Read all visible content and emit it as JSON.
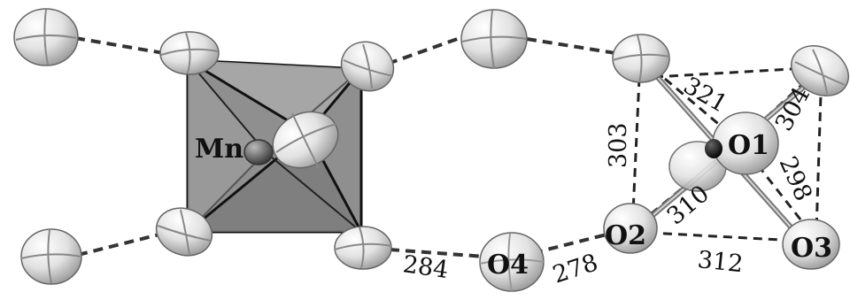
{
  "atom_labels": {
    "mn": "Mn",
    "o1": "O1",
    "o2": "O2",
    "o3": "O3",
    "o4": "O4"
  },
  "distance_labels": {
    "o1_top": "321",
    "o1_right": "304",
    "left_edge": "303",
    "o1_o3": "298",
    "o1_o2": "310",
    "bottom_edge": "312",
    "o4_left": "284",
    "o4_o2": "278"
  },
  "colors": {
    "octahedron_face": "#8c8c8c",
    "atom_fill": "#e4e4e4",
    "bond": "#111111",
    "hydrogen_bond": "#333333"
  }
}
